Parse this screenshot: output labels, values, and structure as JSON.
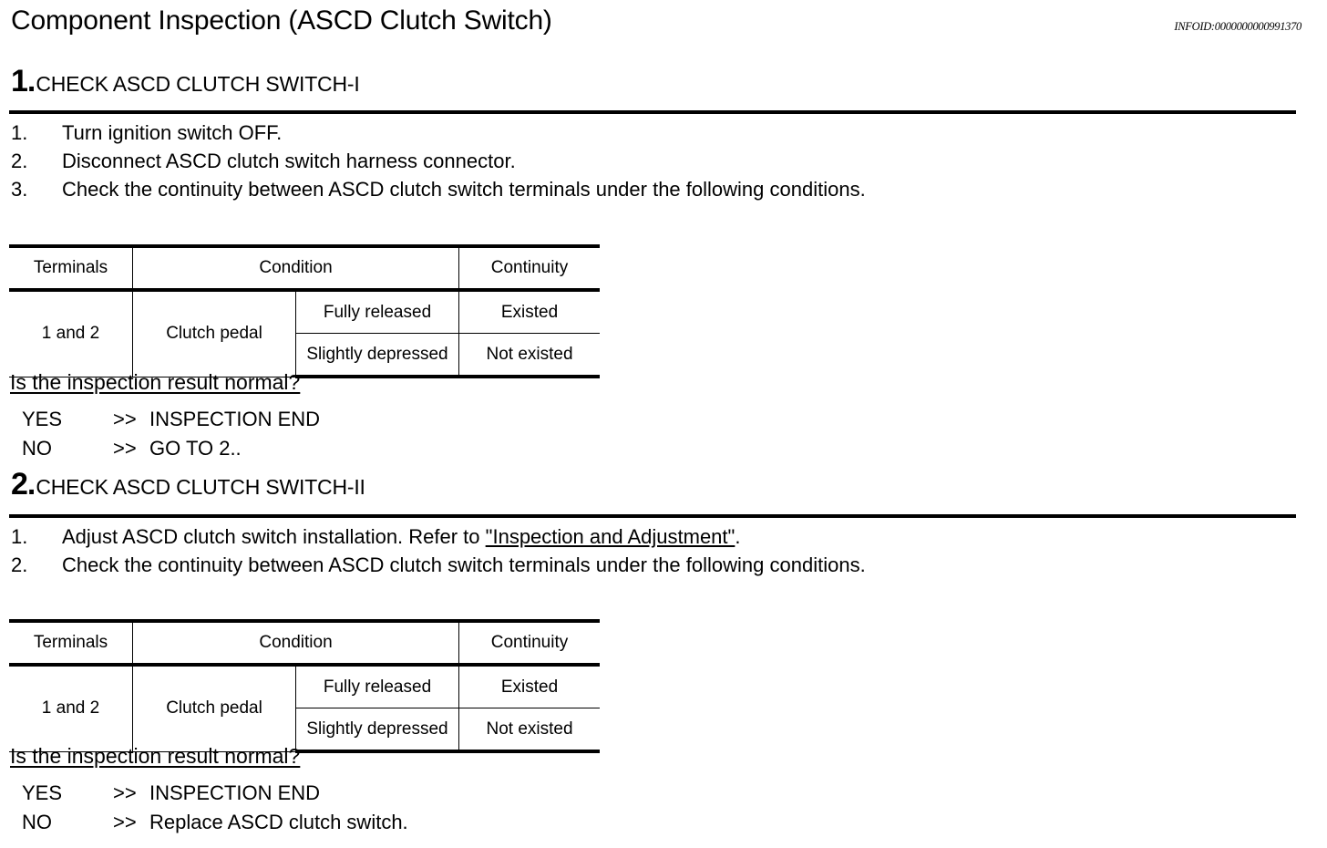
{
  "document": {
    "title": "Component Inspection (ASCD Clutch Switch)",
    "infoid": "INFOID:0000000000991370"
  },
  "steps": [
    {
      "number": "1.",
      "title": "CHECK ASCD CLUTCH SWITCH-I",
      "instructions": [
        {
          "num": "1.",
          "text": "Turn ignition switch OFF."
        },
        {
          "num": "2.",
          "text": "Disconnect ASCD clutch switch harness connector."
        },
        {
          "num": "3.",
          "text": "Check the continuity between ASCD clutch switch terminals under the following conditions."
        }
      ],
      "table": {
        "headers": [
          "Terminals",
          "Condition",
          "Continuity"
        ],
        "terminals": "1 and 2",
        "component": "Clutch pedal",
        "rows": [
          {
            "condition": "Fully released",
            "continuity": "Existed"
          },
          {
            "condition": "Slightly depressed",
            "continuity": "Not existed"
          }
        ]
      },
      "question": "Is the inspection result normal?",
      "answers": [
        {
          "key": "YES",
          "arrow": ">>",
          "text": "INSPECTION END"
        },
        {
          "key": "NO",
          "arrow": ">>",
          "text": "GO TO 2.."
        }
      ]
    },
    {
      "number": "2.",
      "title": "CHECK ASCD CLUTCH SWITCH-II",
      "instructions": [
        {
          "num": "1.",
          "text_before": "Adjust ASCD clutch switch installation. Refer to ",
          "link": "\"Inspection and Adjustment\"",
          "text_after": "."
        },
        {
          "num": "2.",
          "text": "Check the continuity between ASCD clutch switch terminals under the following conditions."
        }
      ],
      "table": {
        "headers": [
          "Terminals",
          "Condition",
          "Continuity"
        ],
        "terminals": "1 and 2",
        "component": "Clutch pedal",
        "rows": [
          {
            "condition": "Fully released",
            "continuity": "Existed"
          },
          {
            "condition": "Slightly depressed",
            "continuity": "Not existed"
          }
        ]
      },
      "question": "Is the inspection result normal?",
      "answers": [
        {
          "key": "YES",
          "arrow": ">>",
          "text": "INSPECTION END"
        },
        {
          "key": "NO",
          "arrow": ">>",
          "text": "Replace ASCD clutch switch."
        }
      ]
    }
  ]
}
